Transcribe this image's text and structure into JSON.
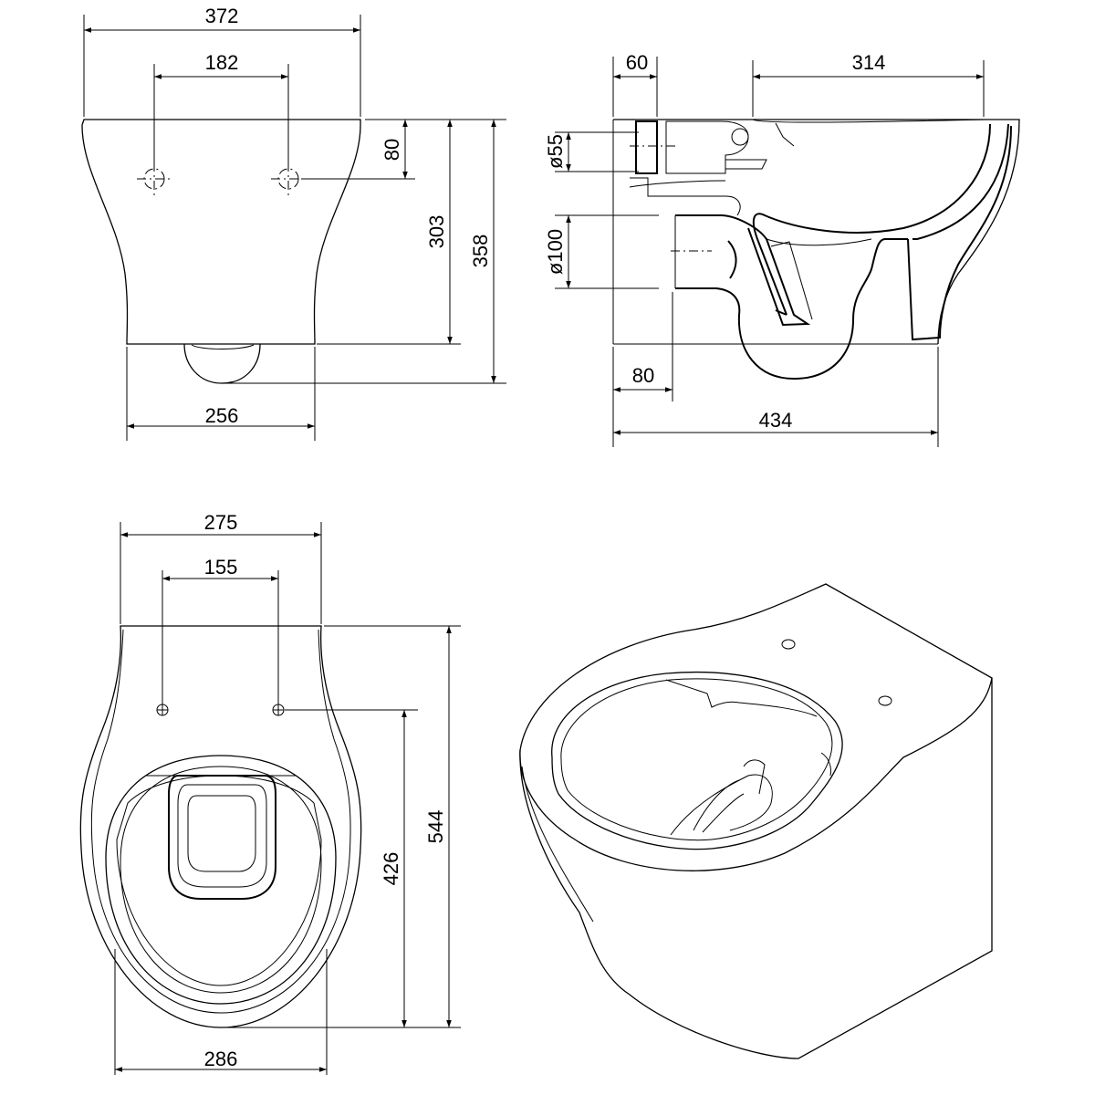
{
  "dimensions": {
    "front": {
      "overall_width": "372",
      "hole_spacing": "182",
      "hole_height": "80",
      "wall_height": "303",
      "total_height": "358",
      "base_width": "256"
    },
    "side": {
      "inlet_offset": "60",
      "bowl_length": "314",
      "inlet_diameter": "ø55",
      "outlet_diameter": "ø100",
      "outlet_offset": "80",
      "overall_length": "434"
    },
    "top": {
      "overall_width": "275",
      "hole_spacing": "155",
      "hole_to_front": "426",
      "overall_depth": "544",
      "base_width": "286"
    }
  }
}
